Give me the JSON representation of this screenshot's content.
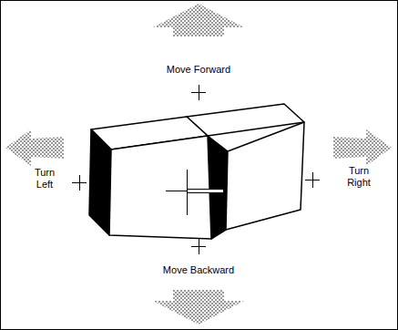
{
  "diagram": {
    "labels": [
      "Move Forward",
      "Turn Left",
      "Turn Right",
      "Move Backward"
    ]
  }
}
